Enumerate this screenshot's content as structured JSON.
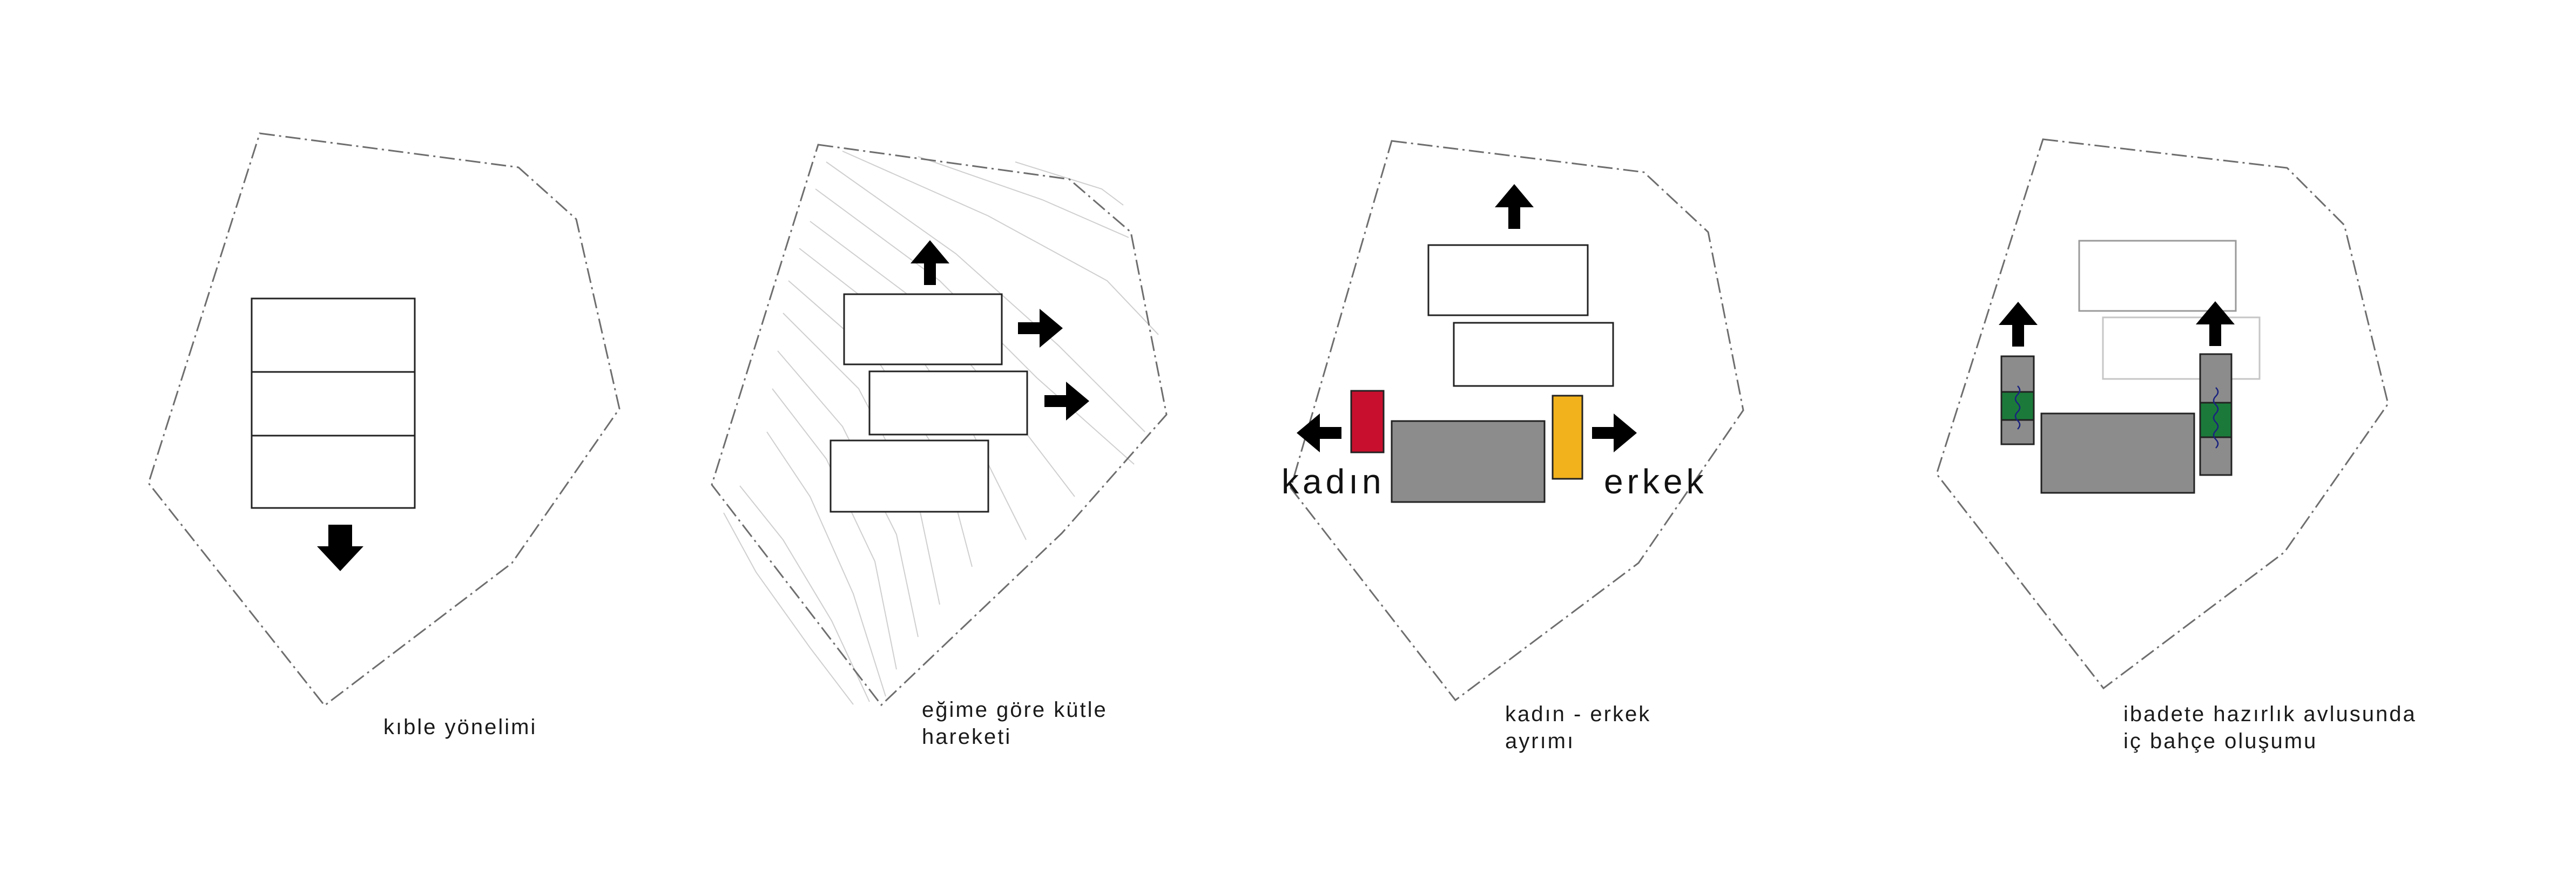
{
  "colors": {
    "background": "#ffffff",
    "site_boundary": "#6e6e6e",
    "contour": "#c8c8c8",
    "mass_outline": "#222222",
    "mass_fill": "#8c8c8c",
    "women_accent": "#c8102e",
    "men_accent": "#f2b21c",
    "garden": "#1b7a3a",
    "arrow": "#000000"
  },
  "panels": [
    {
      "id": "qibla",
      "caption_lines": [
        "kıble yönelimi"
      ],
      "icons": [
        "arrow-down-icon"
      ]
    },
    {
      "id": "slope",
      "caption_lines": [
        "eğime göre kütle",
        "hareketi"
      ],
      "icons": [
        "arrow-up-icon",
        "arrow-right-icon"
      ]
    },
    {
      "id": "gender",
      "caption_lines": [
        "kadın - erkek",
        "ayrımı"
      ],
      "labels": {
        "left": "kadın",
        "right": "erkek"
      },
      "icons": [
        "arrow-up-icon",
        "arrow-left-icon",
        "arrow-right-icon"
      ]
    },
    {
      "id": "garden",
      "caption_lines": [
        "ibadete hazırlık avlusunda",
        "iç bahçe oluşumu"
      ],
      "icons": [
        "arrow-up-icon",
        "water-squiggle-icon"
      ]
    }
  ]
}
